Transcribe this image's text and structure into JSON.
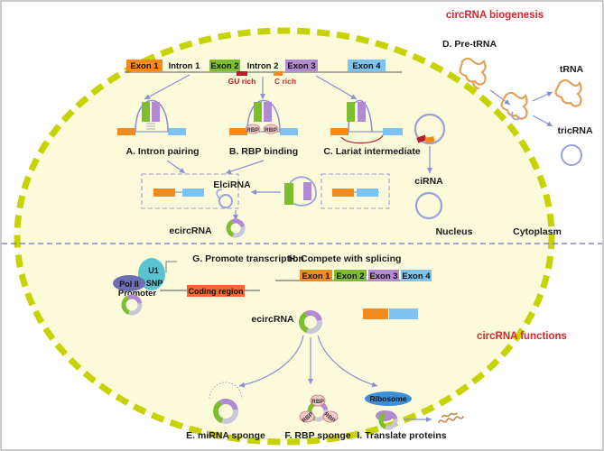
{
  "titles": {
    "biogenesis": "circRNA biogenesis",
    "functions": "circRNA functions"
  },
  "regions": {
    "nucleus": "Nucleus",
    "cytoplasm": "Cytoplasm"
  },
  "gene_top": {
    "exon1": "Exon 1",
    "intron1": "Intron 1",
    "exon2": "Exon 2",
    "intron2": "Intron 2",
    "exon3": "Exon 3",
    "exon4": "Exon 4",
    "gu_rich": "GU rich",
    "c_rich": "C rich"
  },
  "mechanisms": {
    "a": "A. Intron pairing",
    "b": "B. RBP binding",
    "c": "C. Lariat intermediate",
    "d": "D. Pre-tRNA",
    "rbp": "RBP"
  },
  "products": {
    "elcirna": "ElciRNA",
    "cirna": "ciRNA",
    "ecircrna_top": "ecircRNA",
    "trna": "tRNA",
    "tricrna": "tricRNA"
  },
  "functions": {
    "g": "G. Promote transcription",
    "h": "H. Compete with splicing",
    "e": "E. miRNA sponge",
    "f": "F. RBP sponge",
    "i": "I. Translate proteins",
    "pol2": "Pol II",
    "u1": "U1",
    "snp": "SNP",
    "promoter": "Promoter",
    "coding_region": "Coding region",
    "ecircrna_mid": "ecircRNA",
    "ribosome": "Ribosome",
    "rbp": "RBP"
  },
  "gene_mid": {
    "exon1": "Exon 1",
    "exon2": "Exon 2",
    "exon3": "Exon 3",
    "exon4": "Exon 4"
  },
  "colors": {
    "orange": "#f28a1e",
    "green": "#7dbd2e",
    "purple": "#b28ad1",
    "blue": "#7cc3f2",
    "red_dark": "#b3202a",
    "red_text": "#d9262c",
    "nucleus_fill": "#fbfbdc",
    "nucleus_border": "#c7d300",
    "arrow": "#8a8fd0"
  }
}
